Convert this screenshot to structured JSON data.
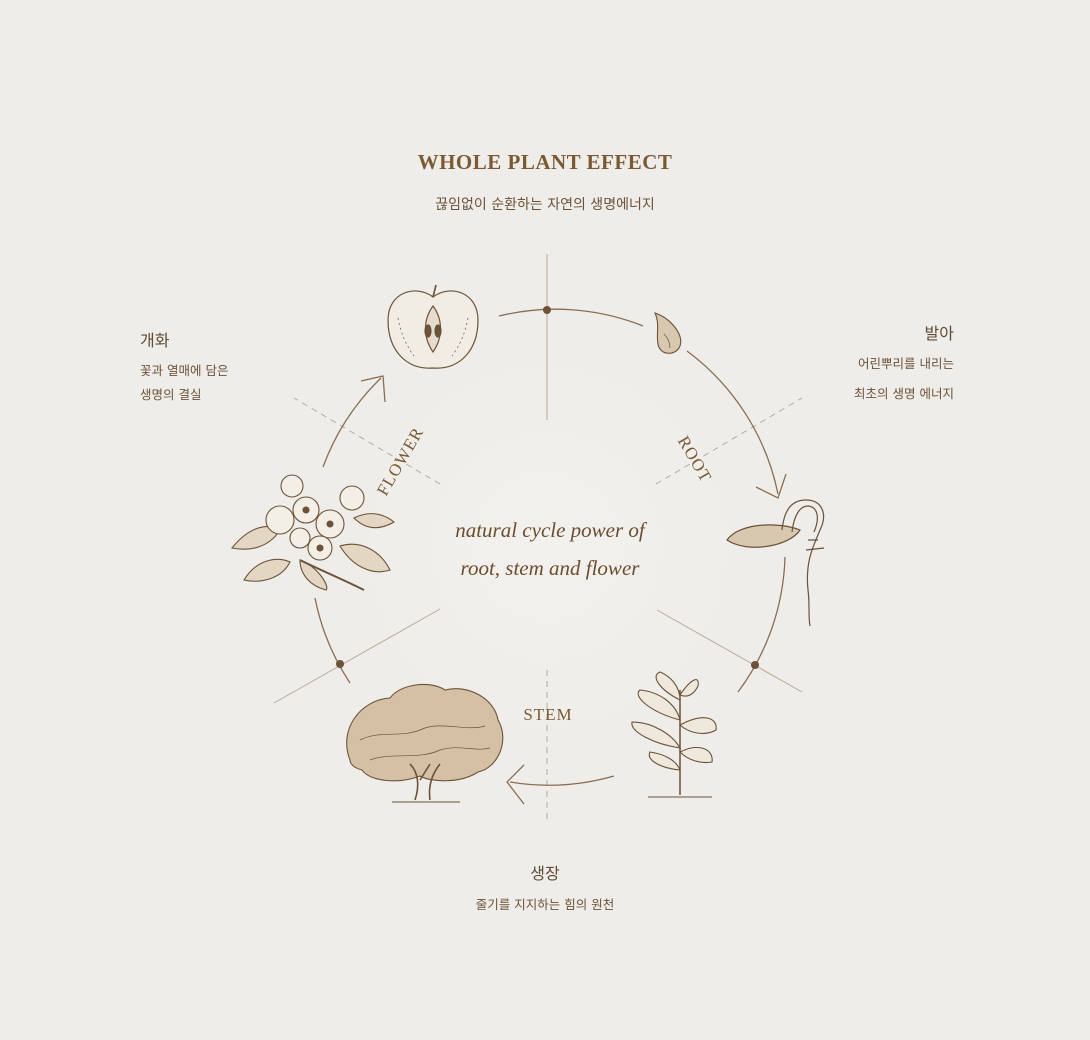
{
  "header": {
    "title": "WHOLE PLANT EFFECT",
    "subtitle": "끊임없이 순환하는 자연의 생명에너지"
  },
  "center": {
    "line1": "natural cycle power of",
    "line2": "root, stem and flower"
  },
  "ring_labels": {
    "root": "ROOT",
    "stem": "STEM",
    "flower": "FLOWER"
  },
  "captions": {
    "flowering": {
      "heading": "개화",
      "lines": [
        "꽃과 열매에 담은",
        "생명의 결실"
      ]
    },
    "germination": {
      "heading": "발아",
      "lines": [
        "어린뿌리를 내리는",
        "최초의 생명 에너지"
      ]
    },
    "growth": {
      "heading": "생장",
      "lines": [
        "줄기를 지지하는 힘의 원천"
      ]
    }
  },
  "illustrations": [
    "apple-icon",
    "seed-icon",
    "sprout-icon",
    "seedling-icon",
    "tree-icon",
    "blossom-icon"
  ],
  "colors": {
    "background": "#efede9",
    "accent": "#7a5a34",
    "line": "#8a6e52"
  }
}
